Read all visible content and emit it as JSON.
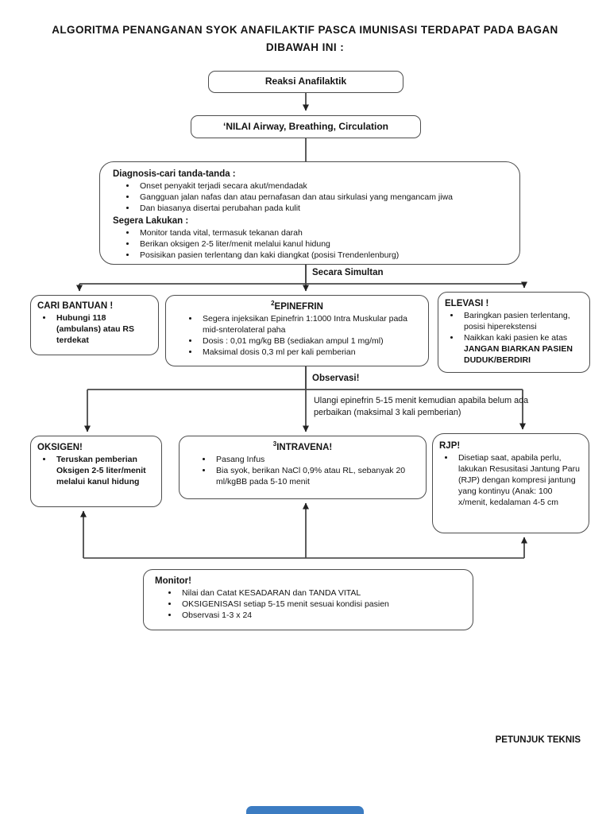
{
  "page": {
    "title_line1": "ALGORITMA PENANGANAN SYOK ANAFILAKTIF PASCA IMUNISASI TERDAPAT PADA BAGAN",
    "title_line2": "DIBAWAH INI :",
    "footer": "PETUNJUK TEKNIS"
  },
  "flow": {
    "start": "Reaksi Anafilaktik",
    "assess": "‘NILAI Airway, Breathing, Circulation",
    "simultan_label": "Secara Simultan",
    "observasi_label": "Observasi!",
    "observasi_note": "Ulangi epinefrin 5-15 menit kemudian apabila belum ada perbaikan (maksimal 3 kali pemberian)"
  },
  "boxes": {
    "diagnosis": {
      "heading1": "Diagnosis-cari tanda-tanda :",
      "items1": [
        "Onset penyakit terjadi secara akut/mendadak",
        "Gangguan jalan nafas dan atau pernafasan dan atau sirkulasi yang mengancam jiwa",
        "Dan biasanya disertai perubahan pada kulit"
      ],
      "heading2": "Segera Lakukan :",
      "items2": [
        "Monitor tanda vital, termasuk tekanan darah",
        "Berikan oksigen 2-5 liter/menit melalui kanul hidung",
        "Posisikan pasien terlentang dan kaki diangkat (posisi Trendenlenburg)"
      ]
    },
    "cari_bantuan": {
      "title": "CARI BANTUAN !",
      "items": [
        "Hubungi 118 (ambulans) atau RS terdekat"
      ]
    },
    "epinefrin": {
      "sup": "2",
      "title": "EPINEFRIN",
      "items": [
        "Segera injeksikan Epinefrin 1:1000 Intra Muskular pada mid-snterolateral paha",
        "Dosis : 0,01 mg/kg BB (sediakan ampul 1 mg/ml)",
        "Maksimal dosis 0,3 ml per kali pemberian"
      ]
    },
    "elevasi": {
      "title": "ELEVASI !",
      "item1": "Baringkan pasien terlentang, posisi hiperekstensi",
      "item2_normal": "Naikkan kaki pasien ke atas",
      "item2_bold": "JANGAN BIARKAN PASIEN DUDUK/BERDIRI"
    },
    "oksigen": {
      "title": "OKSIGEN!",
      "items": [
        "Teruskan pemberian Oksigen 2-5 liter/menit melalui kanul hidung"
      ]
    },
    "intravena": {
      "sup": "3",
      "title": "INTRAVENA!",
      "items": [
        "Pasang Infus",
        "Bia syok, berikan NaCl 0,9% atau RL, sebanyak 20 ml/kgBB pada 5-10 menit"
      ]
    },
    "rjp": {
      "title": "RJP!",
      "items": [
        "Disetiap saat, apabila perlu, lakukan Resusitasi Jantung Paru (RJP) dengan kompresi jantung yang kontinyu (Anak: 100 x/menit, kedalaman 4-5 cm"
      ]
    },
    "monitor": {
      "title": "Monitor!",
      "items": [
        "Nilai dan Catat KESADARAN dan TANDA VITAL",
        "OKSIGENISASI setiap 5-15 menit sesuai kondisi pasien",
        "Observasi 1-3 x 24"
      ]
    }
  },
  "colors": {
    "line": "#4a4a4a",
    "arrow": "#222222",
    "border": "#4d4d4d",
    "accent_bar": "#3c7cc2"
  }
}
